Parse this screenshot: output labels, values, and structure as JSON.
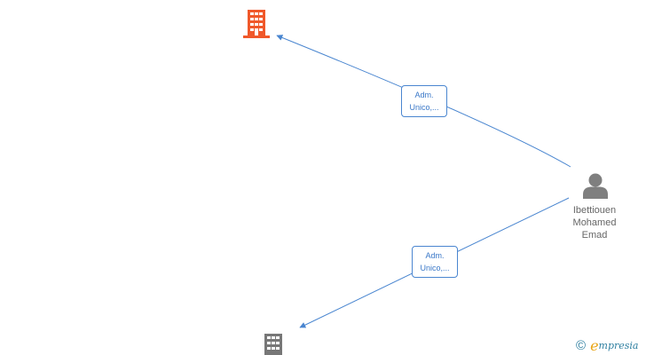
{
  "diagram": {
    "edges": [
      {
        "label_line1": "Adm.",
        "label_line2": "Unico,..."
      },
      {
        "label_line1": "Adm.",
        "label_line2": "Unico,..."
      }
    ],
    "person": {
      "name_line1": "Ibettiouen",
      "name_line2": "Mohamed",
      "name_line3": "Emad"
    },
    "colors": {
      "edge": "#4a86d0",
      "company_active": "#f0582a",
      "company_inactive": "#777777",
      "person": "#7f7f7f"
    }
  },
  "footer": {
    "copyright_symbol": "©",
    "brand_initial": "e",
    "brand_rest": "mpresia"
  }
}
